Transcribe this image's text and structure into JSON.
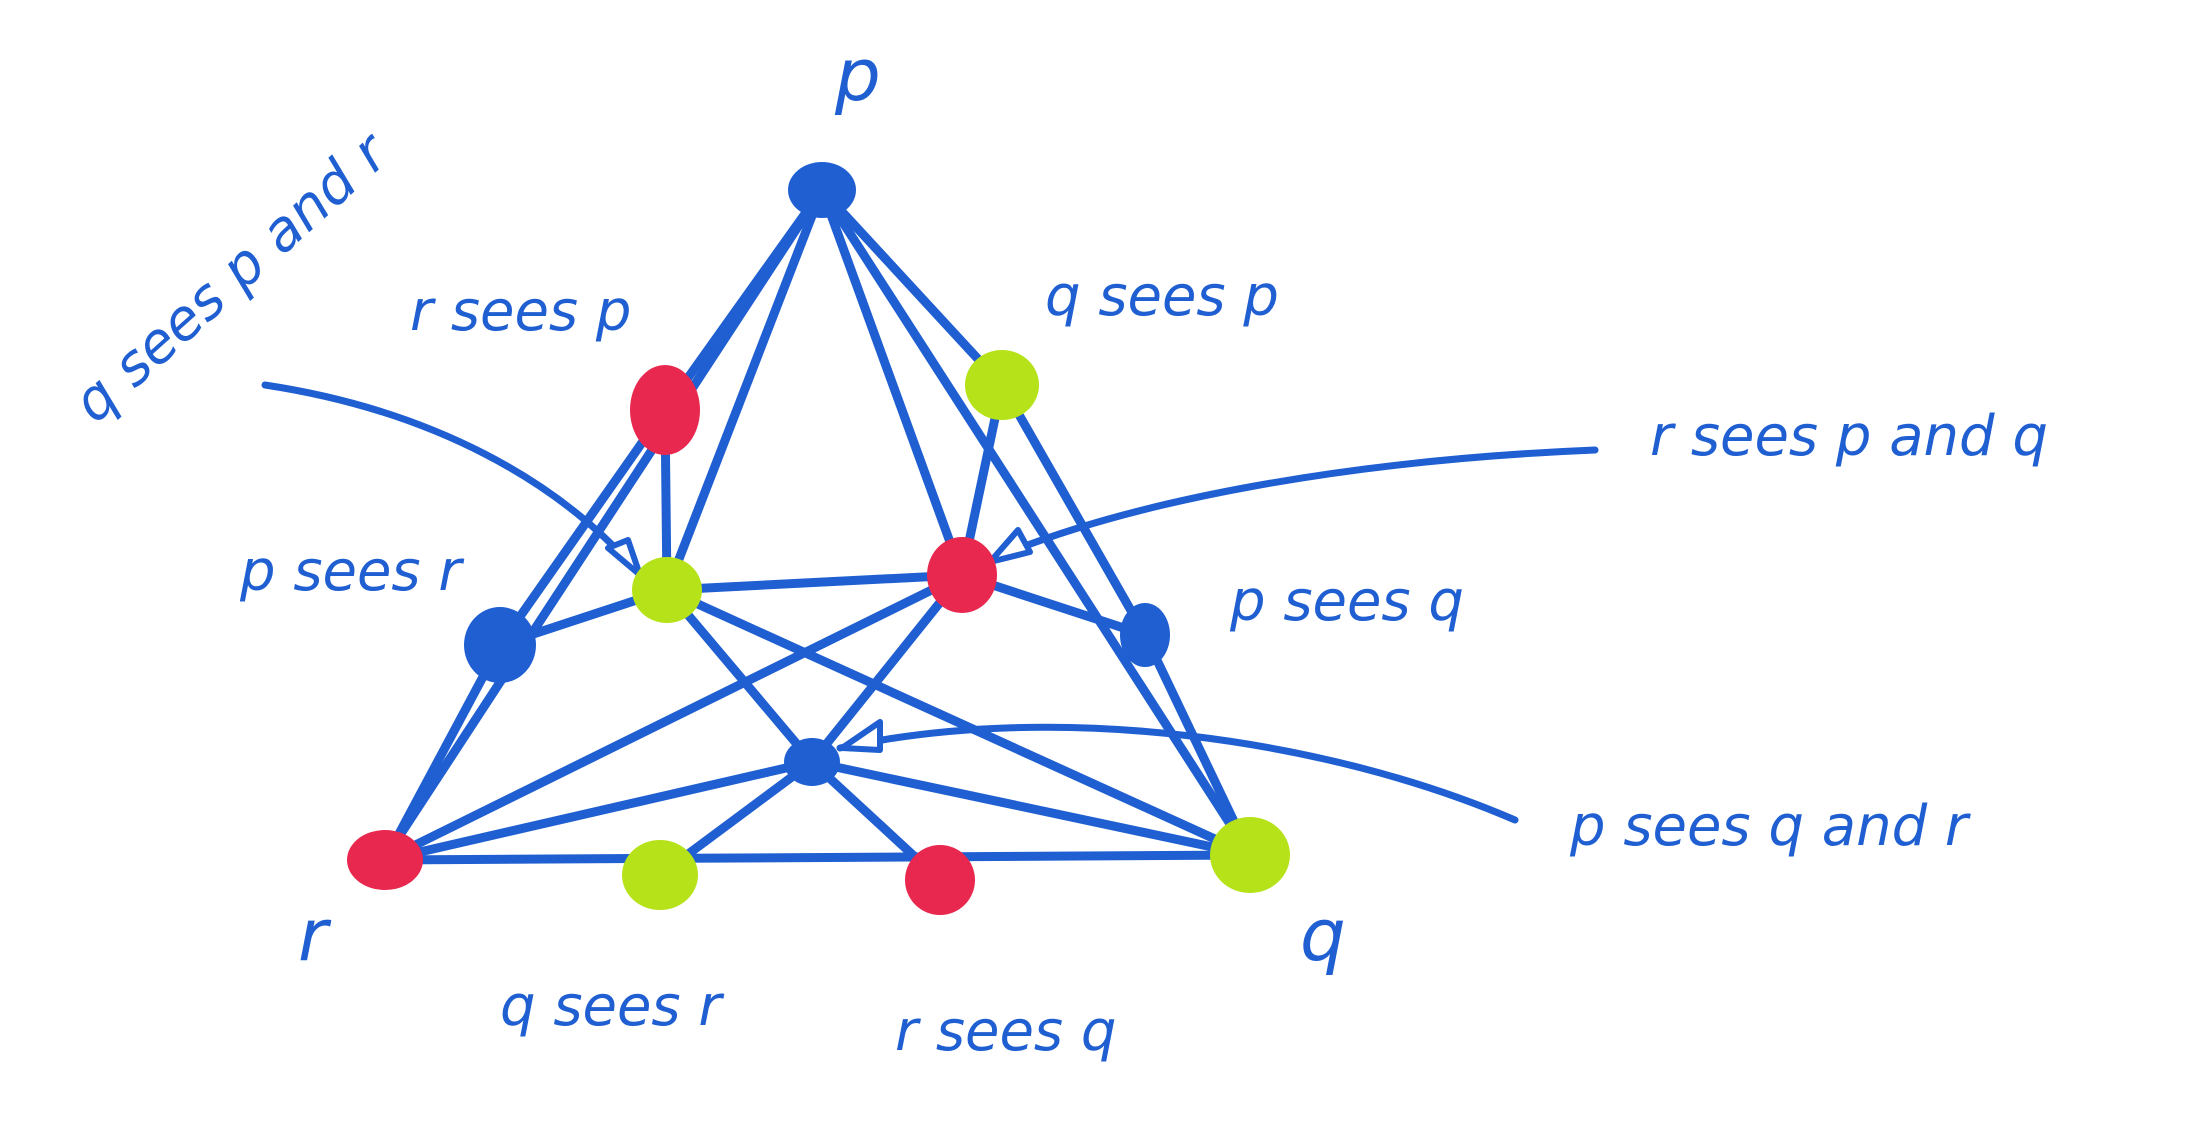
{
  "colors": {
    "ink": "#1f5fd1",
    "blue_node": "#1f5fd1",
    "red_node": "#e8284f",
    "green_node": "#b6e21a",
    "background": "#ffffff"
  },
  "vertex_labels": {
    "p": "p",
    "q": "q",
    "r": "r"
  },
  "labels": {
    "q_sees_p_and_r": "q sees p and r",
    "r_sees_p": "r sees p",
    "q_sees_p": "q sees p",
    "r_sees_p_and_q": "r sees p and q",
    "p_sees_r": "p sees r",
    "p_sees_q": "p sees q",
    "p_sees_q_and_r": "p sees q and r",
    "q_sees_r": "q sees r",
    "r_sees_q": "r sees q"
  }
}
